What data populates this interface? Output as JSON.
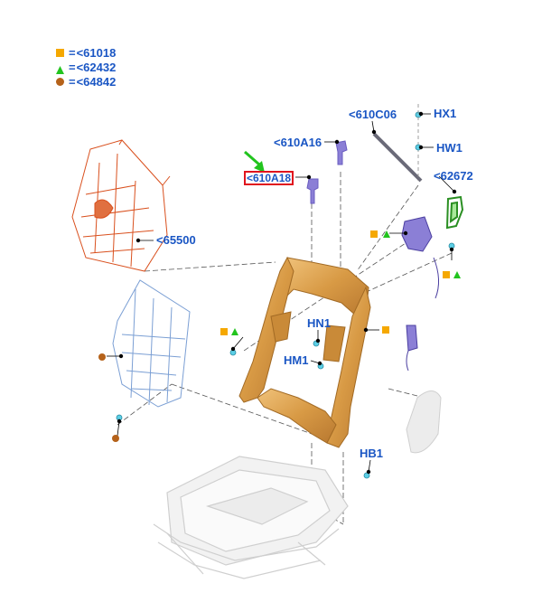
{
  "legend": [
    {
      "symbol": "square",
      "color": "#f5a800",
      "eq": "=",
      "label": "<61018"
    },
    {
      "symbol": "triangle",
      "color": "#22c41e",
      "eq": "=",
      "label": "<62432"
    },
    {
      "symbol": "circle",
      "color": "#b5621a",
      "eq": "=",
      "label": "<64842"
    }
  ],
  "callouts": {
    "c610C06": "<610C06",
    "cHX1": "HX1",
    "c610A16": "<610A16",
    "cHW1": "HW1",
    "c610A18": "<610A18",
    "c62672": "<62672",
    "c65500": "<65500",
    "cHN1": "HN1",
    "cHM1": "HM1",
    "cHB1": "HB1"
  },
  "colors": {
    "callout_text": "#1a56c4",
    "highlight_box": "#e0141e",
    "arrow": "#22c41e",
    "frame": "#d9a14a",
    "spring_red": "#d9501e",
    "spring_blue": "#7b9fd4",
    "cushion_gray": "#cfcfcf",
    "motor_purple": "#8b7fd6",
    "bracket_green": "#35b02c"
  }
}
